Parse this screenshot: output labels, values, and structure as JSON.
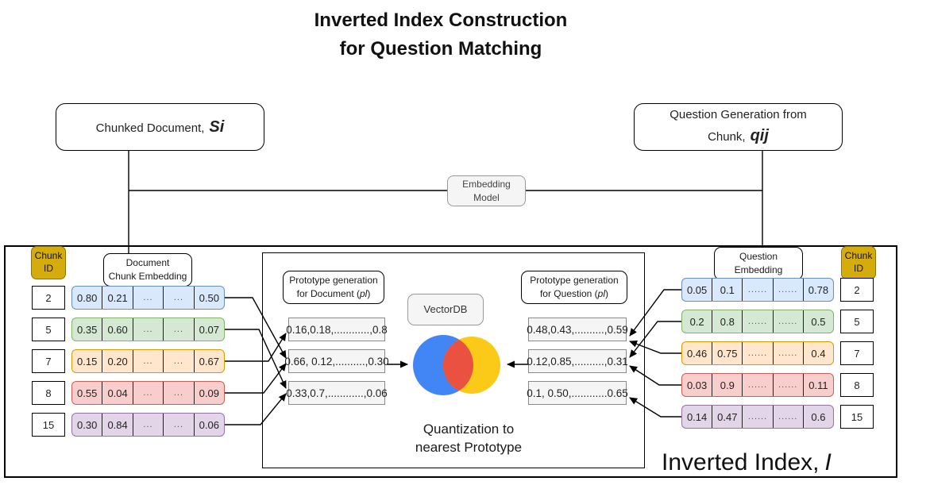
{
  "title": {
    "line1": "Inverted Index Construction",
    "line2": "for Question Matching"
  },
  "chunked_document": {
    "text": "Chunked Document,",
    "var": "Si"
  },
  "question_generation": {
    "line1": "Question Generation from",
    "line2_text": "Chunk,",
    "var": "qij"
  },
  "embedding_model": {
    "line1": "Embedding",
    "line2": "Model"
  },
  "chunk_id_label": {
    "line1": "Chunk",
    "line2": "ID"
  },
  "document_chunk_embedding_label": {
    "line1": "Document",
    "line2": "Chunk Embedding"
  },
  "question_embedding_label": {
    "line1": "Question",
    "line2": "Embedding"
  },
  "prototype_doc_label": {
    "line1": "Prototype generation",
    "line2_prefix": "for Document (",
    "var": "pl",
    "suffix": ")"
  },
  "prototype_question_label": {
    "line1": "Prototype generation",
    "line2_prefix": "for Question (",
    "var": "pl",
    "suffix": ")"
  },
  "vectordb_label": "VectorDB",
  "quantization_label": {
    "line1": "Quantization to",
    "line2": "nearest Prototype"
  },
  "inverted_index_label": {
    "text": "Inverted Index,",
    "var": "I"
  },
  "document_rows": [
    {
      "id": "2",
      "values": [
        "0.80",
        "0.21",
        "...",
        "...",
        "0.50"
      ],
      "color": "blue"
    },
    {
      "id": "5",
      "values": [
        "0.35",
        "0.60",
        "...",
        "...",
        "0.07"
      ],
      "color": "green"
    },
    {
      "id": "7",
      "values": [
        "0.15",
        "0.20",
        "...",
        "...",
        "0.67"
      ],
      "color": "orange"
    },
    {
      "id": "8",
      "values": [
        "0.55",
        "0.04",
        "...",
        "...",
        "0.09"
      ],
      "color": "red"
    },
    {
      "id": "15",
      "values": [
        "0.30",
        "0.84",
        "...",
        "...",
        "0.06"
      ],
      "color": "purple"
    }
  ],
  "question_rows": [
    {
      "id": "2",
      "values": [
        "0.05",
        "0.1",
        "......",
        "......",
        "0.78"
      ],
      "color": "blue"
    },
    {
      "id": "5",
      "values": [
        "0.2",
        "0.8",
        "......",
        "......",
        "0.5"
      ],
      "color": "green"
    },
    {
      "id": "7",
      "values": [
        "0.46",
        "0.75",
        "......",
        "......",
        "0.4"
      ],
      "color": "orange"
    },
    {
      "id": "8",
      "values": [
        "0.03",
        "0.9",
        "......",
        "......",
        "0.11"
      ],
      "color": "red"
    },
    {
      "id": "15",
      "values": [
        "0.14",
        "0.47",
        "......",
        "......",
        "0.6"
      ],
      "color": "purple"
    }
  ],
  "document_prototypes": [
    "0.16,0.18,............,0.8",
    "0.66, 0.12,..........,0.30",
    "0.33,0.7,............,0.06"
  ],
  "question_prototypes": [
    "0.48,0.43,..........,0.59",
    "0.12,0.85,..........,0.31",
    "0.1, 0.50,............0.65"
  ],
  "colors": {
    "chunk_id_fill": "#d4ac0d",
    "row_blue_fill": "#dae8fc",
    "row_green_fill": "#d5e8d4",
    "row_orange_fill": "#ffe6cc",
    "row_red_fill": "#f8cecc",
    "row_purple_fill": "#e1d5e7",
    "venn_blue": "#4285f4",
    "venn_red": "#ea5140",
    "venn_yellow": "#fbc917"
  }
}
